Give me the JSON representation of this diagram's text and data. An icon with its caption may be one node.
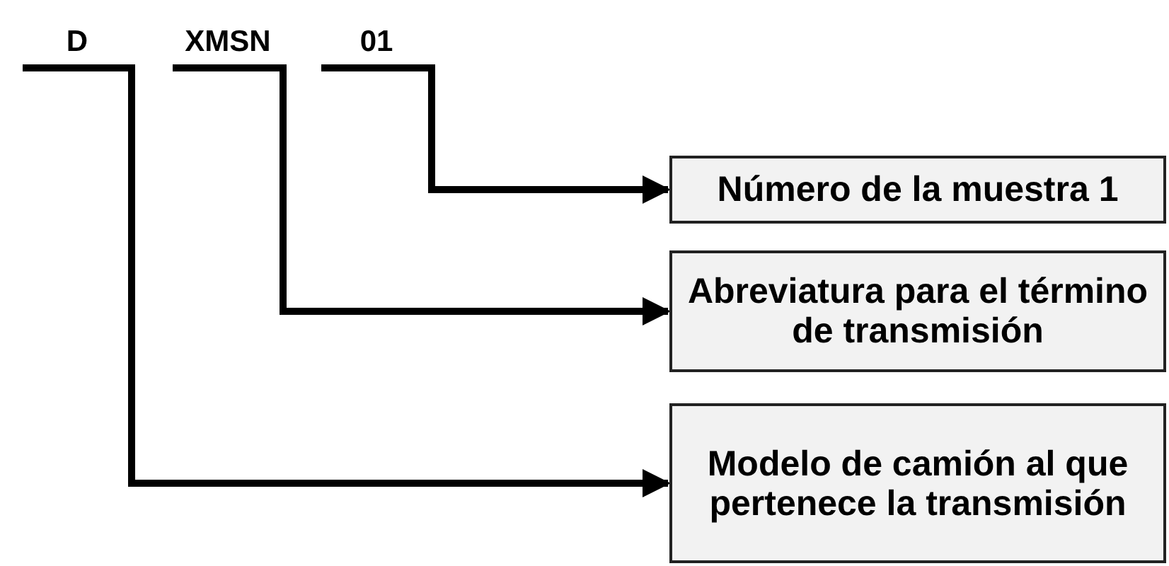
{
  "diagram": {
    "nodes": [
      {
        "text": [
          "D"
        ]
      },
      {
        "text": [
          "XMSN"
        ]
      },
      {
        "text": [
          "01"
        ]
      },
      {
        "text": [
          "Número de la muestra 1"
        ]
      },
      {
        "text": [
          "Abreviatura para el término de transmisión"
        ]
      },
      {
        "text": [
          "Modelo de camión al que pertenece la transmisión"
        ]
      }
    ],
    "edges": [
      {
        "from": 2,
        "to": 3,
        "arrow": "to"
      },
      {
        "from": 1,
        "to": 4,
        "arrow": "to"
      },
      {
        "from": 0,
        "to": 5,
        "arrow": "to"
      }
    ]
  }
}
